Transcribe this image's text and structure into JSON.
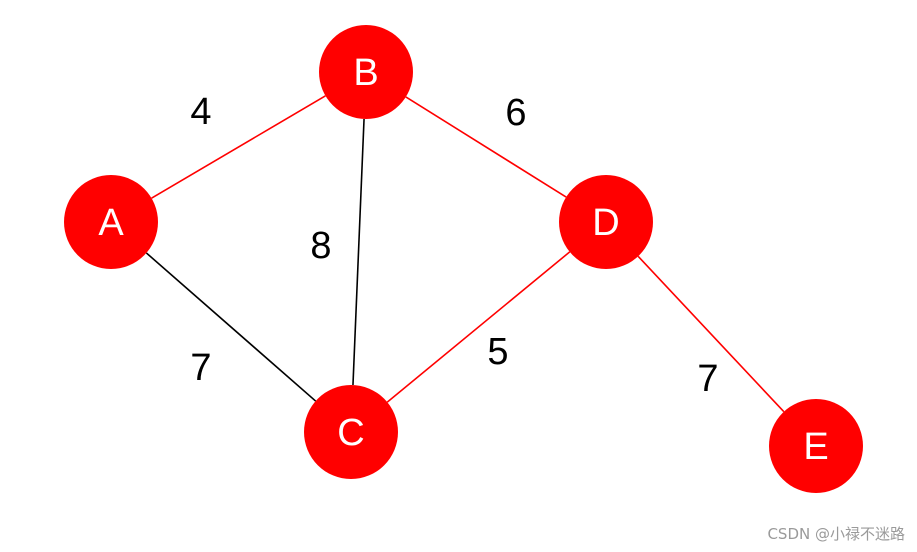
{
  "graph": {
    "nodes": [
      {
        "id": "A",
        "label": "A"
      },
      {
        "id": "B",
        "label": "B"
      },
      {
        "id": "C",
        "label": "C"
      },
      {
        "id": "D",
        "label": "D"
      },
      {
        "id": "E",
        "label": "E"
      }
    ],
    "edges": [
      {
        "from": "A",
        "to": "B",
        "weight": "4",
        "highlighted": true
      },
      {
        "from": "A",
        "to": "C",
        "weight": "7",
        "highlighted": false
      },
      {
        "from": "B",
        "to": "C",
        "weight": "8",
        "highlighted": false
      },
      {
        "from": "B",
        "to": "D",
        "weight": "6",
        "highlighted": true
      },
      {
        "from": "C",
        "to": "D",
        "weight": "5",
        "highlighted": true
      },
      {
        "from": "D",
        "to": "E",
        "weight": "7",
        "highlighted": true
      }
    ],
    "colors": {
      "node_fill": "#ff0000",
      "node_text": "#ffffff",
      "highlight_edge": "#ff0000",
      "normal_edge": "#000000",
      "weight_text": "#000000"
    }
  },
  "watermark": "CSDN @小禄不迷路"
}
